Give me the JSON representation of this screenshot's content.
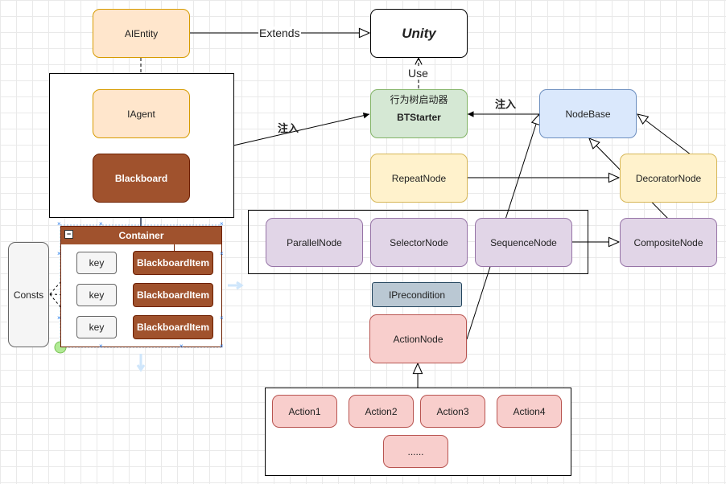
{
  "nodes": {
    "aientity": "AIEntity",
    "unity": "Unity",
    "iagent": "IAgent",
    "blackboard": "Blackboard",
    "btstarter_cn": "行为树启动器",
    "btstarter": "BTStarter",
    "nodebase": "NodeBase",
    "repeatnode": "RepeatNode",
    "decoratornode": "DecoratorNode",
    "parallelnode": "ParallelNode",
    "selectornode": "SelectorNode",
    "sequencenode": "SequenceNode",
    "compositenode": "CompositeNode",
    "iprecondition": "IPrecondition",
    "actionnode": "ActionNode",
    "container": "Container",
    "consts": "Consts",
    "keys": [
      "key",
      "key",
      "key"
    ],
    "blackboard_items": [
      "BlackboardItem",
      "BlackboardItem",
      "BlackboardItem"
    ],
    "actions": [
      "Action1",
      "Action2",
      "Action3",
      "Action4",
      "......"
    ]
  },
  "edge_labels": {
    "extends": "Extends",
    "use": "Use",
    "inject_left": "注入",
    "inject_right": "注入"
  },
  "colors": {
    "cream": "#ffe6cc",
    "green": "#d5e8d4",
    "blue": "#dae8fc",
    "yellow": "#fff2cc",
    "purple": "#e1d5e7",
    "red": "#f8cecc",
    "brown": "#a0522d",
    "slate": "#bac8d3",
    "grid": "#e9e9e9"
  }
}
